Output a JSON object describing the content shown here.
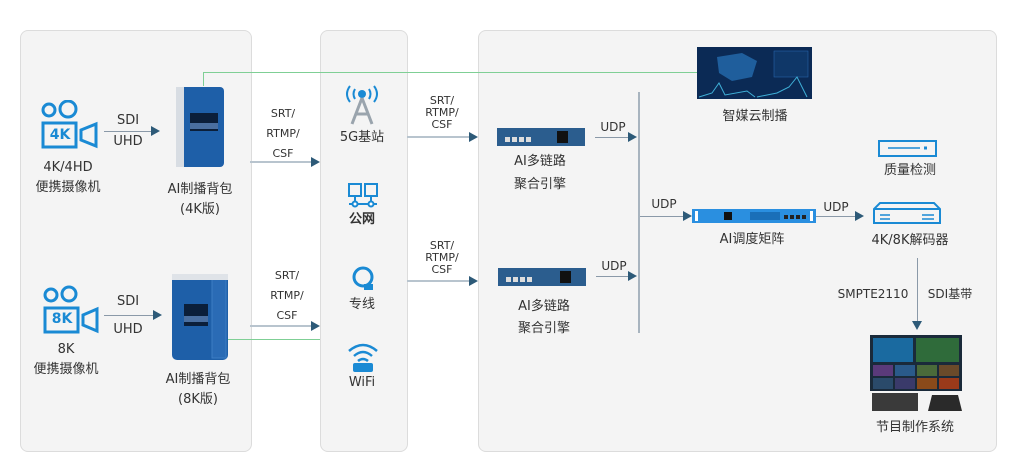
{
  "colors": {
    "accent": "#1a8ad4",
    "device_blue": "#1e5fa8",
    "arrow": "#2d5a78",
    "green_link": "#7fcf95",
    "panel_bg": "#f4f4f4"
  },
  "source": {
    "cam4k": {
      "badge": "4K",
      "label1": "4K/4HD",
      "label2": "便携摄像机",
      "link1": "SDI",
      "link2": "UHD"
    },
    "pack4k": {
      "label1": "AI制播背包",
      "label2": "(4K版)",
      "proto": [
        "SRT/",
        "RTMP/",
        "CSF"
      ]
    },
    "cam8k": {
      "badge": "8K",
      "label1": "8K",
      "label2": "便携摄像机",
      "link1": "SDI",
      "link2": "UHD"
    },
    "pack8k": {
      "label1": "AI制播背包",
      "label2": "(8K版)",
      "proto": [
        "SRT/",
        "RTMP/",
        "CSF"
      ]
    }
  },
  "network": {
    "items": [
      {
        "label": "5G基站",
        "icon": "5g-tower-icon"
      },
      {
        "label": "公网",
        "icon": "network-icon"
      },
      {
        "label": "专线",
        "icon": "leased-line-icon"
      },
      {
        "label": "WiFi",
        "icon": "wifi-icon"
      }
    ],
    "proto_top": [
      "SRT/",
      "RTMP/",
      "CSF"
    ],
    "proto_bottom": [
      "SRT/",
      "RTMP/",
      "CSF"
    ]
  },
  "core": {
    "engine1": {
      "label1": "AI多链路",
      "label2": "聚合引擎",
      "link": "UDP"
    },
    "engine2": {
      "label1": "AI多链路",
      "label2": "聚合引擎",
      "link": "UDP"
    },
    "matrix": {
      "label": "AI调度矩阵",
      "in_link": "UDP",
      "out_link": "UDP"
    },
    "cloud": {
      "label": "智媒云制播"
    },
    "quality": {
      "label": "质量检测"
    },
    "decoder": {
      "label": "4K/8K解码器",
      "link1": "SMPTE2110",
      "link2": "SDI基带"
    },
    "production": {
      "label": "节目制作系统"
    }
  }
}
